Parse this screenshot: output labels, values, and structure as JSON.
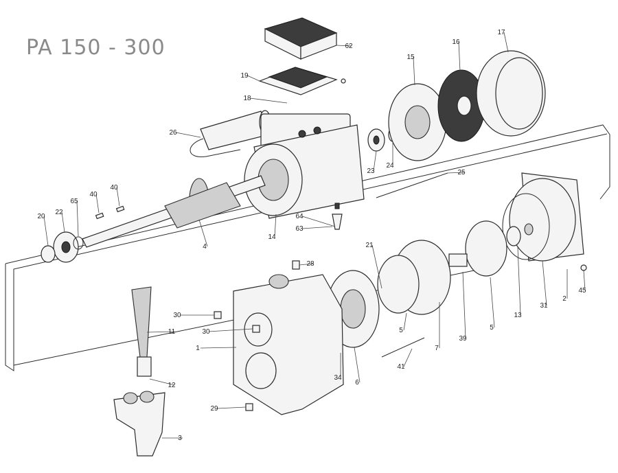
{
  "title": "PA 150 - 300",
  "labels": [
    "62",
    "19",
    "18",
    "17",
    "16",
    "15",
    "26",
    "23",
    "24",
    "25",
    "40",
    "40",
    "65",
    "20",
    "22",
    "64",
    "63",
    "4",
    "14",
    "21",
    "28",
    "30",
    "30",
    "11",
    "12",
    "3",
    "1",
    "29",
    "34",
    "6",
    "41",
    "5",
    "7",
    "39",
    "5",
    "13",
    "31",
    "2",
    "45"
  ]
}
